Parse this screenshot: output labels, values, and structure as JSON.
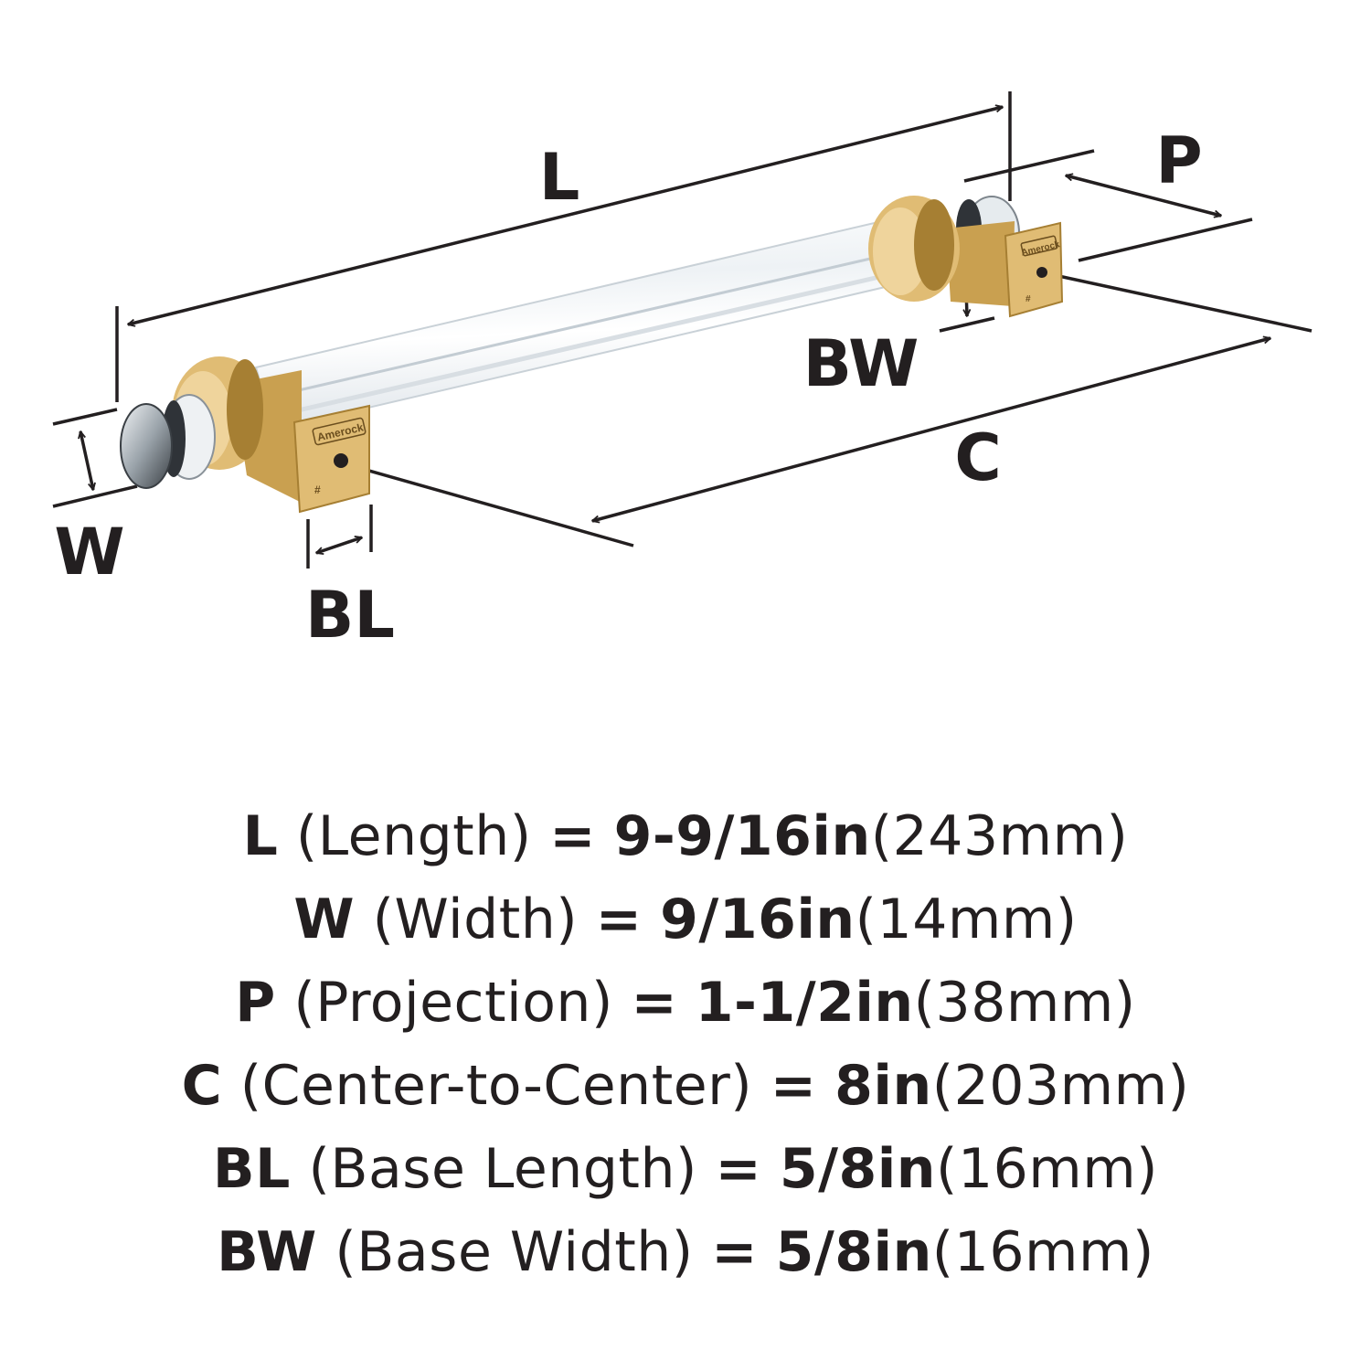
{
  "diagram": {
    "labels": {
      "L": "L",
      "P": "P",
      "BW": "BW",
      "C": "C",
      "W": "W",
      "BL": "BL"
    },
    "brand_mark": "Amerock",
    "base_marking": "#",
    "colors": {
      "finish": "#c9a050",
      "finish_light": "#efd49c",
      "finish_dark": "#a67f33",
      "bar": "#e9eef2",
      "line": "#231f20"
    }
  },
  "specs": [
    {
      "abbr": "L",
      "desc": "(Length)",
      "eq": "=",
      "imperial": "9-9/16in",
      "metric": "(243mm)"
    },
    {
      "abbr": "W",
      "desc": "(Width)",
      "eq": "=",
      "imperial": "9/16in",
      "metric": "(14mm)"
    },
    {
      "abbr": "P",
      "desc": "(Projection)",
      "eq": "=",
      "imperial": "1-1/2in",
      "metric": "(38mm)"
    },
    {
      "abbr": "C",
      "desc": "(Center-to-Center)",
      "eq": "=",
      "imperial": "8in",
      "metric": "(203mm)"
    },
    {
      "abbr": "BL",
      "desc": "(Base Length)",
      "eq": "=",
      "imperial": "5/8in",
      "metric": "(16mm)"
    },
    {
      "abbr": "BW",
      "desc": "(Base Width)",
      "eq": "=",
      "imperial": "5/8in",
      "metric": "(16mm)"
    }
  ]
}
